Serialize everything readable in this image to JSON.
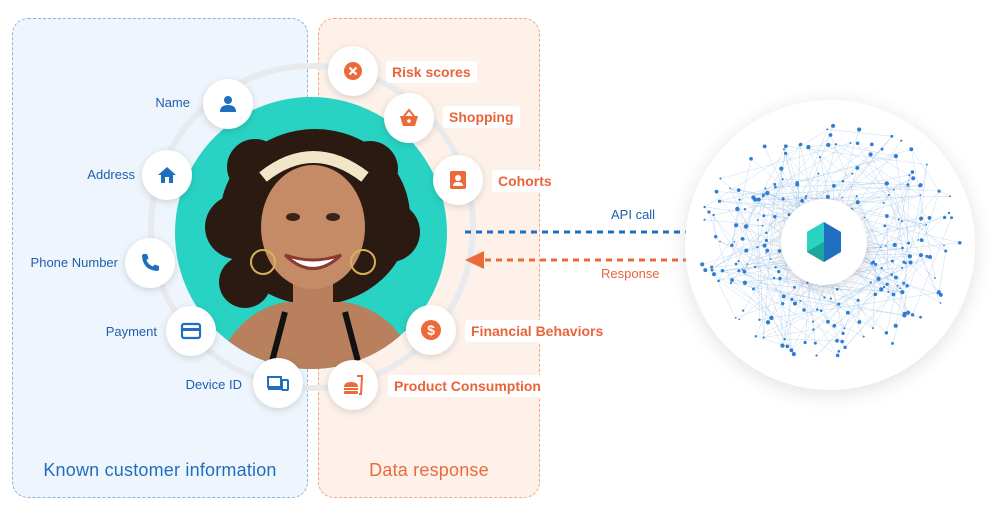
{
  "panels": {
    "left_title": "Known customer information",
    "right_title": "Data response"
  },
  "known_info": [
    {
      "label": "Name",
      "icon": "person-icon"
    },
    {
      "label": "Address",
      "icon": "home-icon"
    },
    {
      "label": "Phone Number",
      "icon": "phone-icon"
    },
    {
      "label": "Payment",
      "icon": "credit-card-icon"
    },
    {
      "label": "Device ID",
      "icon": "devices-icon"
    }
  ],
  "data_response": [
    {
      "label": "Risk scores",
      "icon": "close-circle-icon"
    },
    {
      "label": "Shopping",
      "icon": "basket-icon"
    },
    {
      "label": "Cohorts",
      "icon": "contact-badge-icon"
    },
    {
      "label": "Financial Behaviors",
      "icon": "dollar-icon"
    },
    {
      "label": "Product Consumption",
      "icon": "fastfood-icon"
    }
  ],
  "flow": {
    "api_call": "API call",
    "response": "Response"
  },
  "colors": {
    "blue": "#1f6fc1",
    "orange": "#ec6a3a",
    "teal": "#29d3c3"
  }
}
